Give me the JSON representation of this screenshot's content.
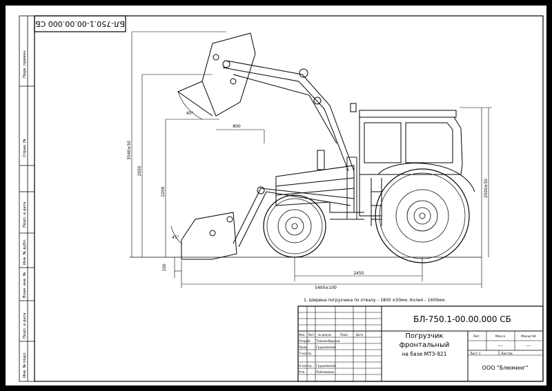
{
  "drawing": {
    "top_stamp": "БЛ-750.1-00.00.000 СБ",
    "left_margin_labels": [
      "Перв. примен.",
      "Справ. №",
      "Подп. и дата",
      "Инв. № дубл.",
      "Взам. инв. №",
      "Подп. и дата",
      "Инв. № подл."
    ],
    "dimensions": {
      "reach_800": "800",
      "angle_45_top": "45°",
      "angle_45_bottom": "45°",
      "height_3540": "3540±50",
      "height_2950": "2950",
      "height_2200": "2200",
      "height_100": "100",
      "height_2500": "2500±50",
      "base_2450": "2450",
      "length_5400": "5400±100"
    },
    "note": "1. Ширина погрузчика по отвалу – 1800 ±50мм. Колея – 1600мм."
  },
  "title_block": {
    "designation": "БЛ-750.1-00.00.000 СБ",
    "name_line1": "Погрузчик",
    "name_line2": "фронтальный",
    "name_line3": "на базе МТЗ-921",
    "company": "ООО \"Блюминг\"",
    "col_headers": [
      "Изм.",
      "Лист",
      "№ докум.",
      "Подп.",
      "Дата"
    ],
    "roles": [
      {
        "role": "Разраб.",
        "name": "Темнинбиряов"
      },
      {
        "role": "Пров.",
        "name": "Грушевский"
      },
      {
        "role": "Т.контр.",
        "name": ""
      },
      {
        "role": "Н.контр.",
        "name": "Грушевский"
      },
      {
        "role": "Утв.",
        "name": "Поблемков"
      }
    ],
    "lit_label": "Лит.",
    "mass_label": "Масса",
    "scale_label": "Масштаб",
    "mass_value": "---",
    "scale_value": "---",
    "sheet_label": "Лист 1",
    "sheets_label": "Листов"
  }
}
